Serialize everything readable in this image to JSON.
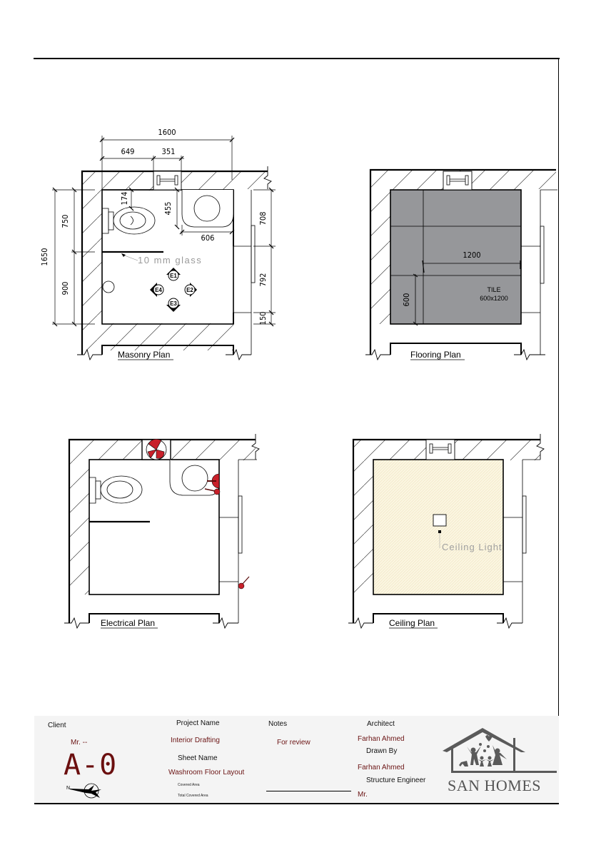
{
  "sheet": {
    "border_color": "#000000"
  },
  "plans": {
    "masonry": {
      "title": "Masonry Plan",
      "dimensions": {
        "overall_width": "1600",
        "left_segment": "649",
        "window_segment": "351",
        "overall_height": "1650",
        "upper_height": "750",
        "lower_height": "900",
        "wc_offset": "174",
        "basin_depth": "455",
        "basin_width": "606",
        "right_upper": "708",
        "door_width": "792",
        "right_lower": "150"
      },
      "glass_note": "10  mm  glass",
      "elevation_markers": [
        "E1",
        "E2",
        "E3",
        "E4"
      ]
    },
    "flooring": {
      "title": "Flooring Plan",
      "tile_length": "1200",
      "tile_width": "600",
      "tile_label_line1": "TILE",
      "tile_label_line2": "600x1200",
      "tile_color": "#96979a"
    },
    "electrical": {
      "title": "Electrical Plan",
      "fixture_color": "#c8202a"
    },
    "ceiling": {
      "title": "Ceiling Plan",
      "light_label": "Ceiling  Light",
      "ceiling_color": "#fbf6e2"
    }
  },
  "title_block": {
    "client_label": "Client",
    "client_value": "Mr. --",
    "sheet_code": "A-0",
    "north_label": "N",
    "project_name_label": "Project Name",
    "project_name_value": "Interior Drafting",
    "sheet_name_label": "Sheet Name",
    "sheet_name_value": "Washroom Floor Layout",
    "covered_area_label": "Covered Area",
    "total_covered_area_label": "Total Covered Area",
    "notes_label": "Notes",
    "notes_value": "For review",
    "architect_label": "Architect",
    "architect_value": "Farhan Ahmed",
    "drawn_by_label": "Drawn By",
    "drawn_by_value": "Farhan Ahmed",
    "structure_engineer_label": "Structure Engineer",
    "structure_engineer_value": "Mr.",
    "logo_text": "SAN HOMES",
    "accent_color": "#6b1414"
  }
}
